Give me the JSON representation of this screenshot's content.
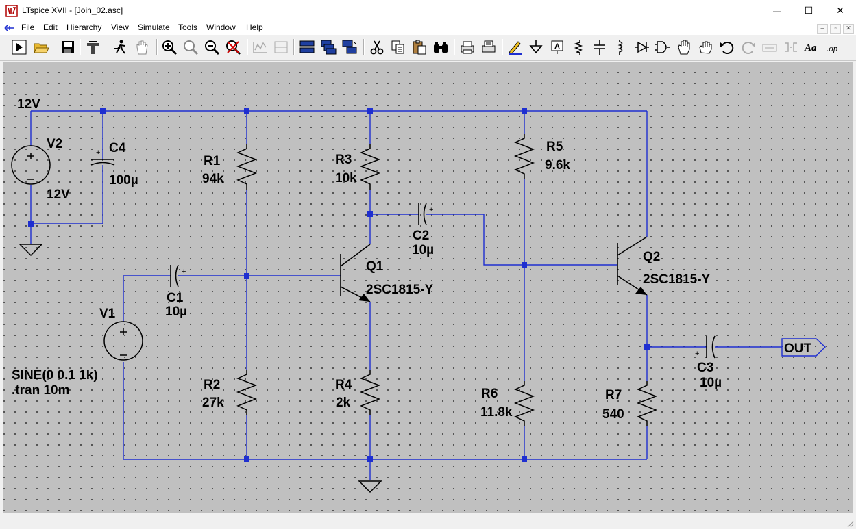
{
  "window": {
    "title": "LTspice XVII - [Join_02.asc]",
    "minimize_glyph": "—",
    "maximize_glyph": "☐",
    "close_glyph": "✕"
  },
  "menu": {
    "items": [
      "File",
      "Edit",
      "Hierarchy",
      "View",
      "Simulate",
      "Tools",
      "Window",
      "Help"
    ]
  },
  "mdi_controls": [
    "–",
    "▫",
    "✕"
  ],
  "toolbar": {
    "buttons": [
      "run-icon",
      "open-icon",
      "save-icon",
      "control-panel-icon",
      "halt-icon",
      "pan-icon",
      "zoom-in-icon",
      "zoom-rubber-icon",
      "zoom-out-icon",
      "zoom-fit-icon",
      "autoscale-icon",
      "tile-icon",
      "cascade-icon",
      "tile-windows-icon",
      "cut-icon",
      "copy-icon",
      "paste-icon",
      "find-icon",
      "print-setup-icon",
      "print-icon",
      "draw-wire-icon",
      "ground-icon",
      "label-net-icon",
      "resistor-icon",
      "capacitor-icon",
      "inductor-icon",
      "diode-icon",
      "component-icon",
      "move-icon",
      "drag-icon",
      "undo-icon",
      "redo-icon",
      "rotate-icon",
      "mirror-icon",
      "text-icon",
      "spice-directive-icon"
    ],
    "text_button": "Aa",
    "op_button": ".op"
  },
  "schematic": {
    "supply_label": "12V",
    "v2": {
      "name": "V2",
      "value": "12V"
    },
    "c4": {
      "name": "C4",
      "value": "100µ"
    },
    "r1": {
      "name": "R1",
      "value": "94k"
    },
    "r2": {
      "name": "R2",
      "value": "27k"
    },
    "r3": {
      "name": "R3",
      "value": "10k"
    },
    "r4": {
      "name": "R4",
      "value": "2k"
    },
    "r5": {
      "name": "R5",
      "value": "9.6k"
    },
    "r6": {
      "name": "R6",
      "value": "11.8k"
    },
    "r7": {
      "name": "R7",
      "value": "540"
    },
    "c1": {
      "name": "C1",
      "value": "10µ"
    },
    "c2": {
      "name": "C2",
      "value": "10µ"
    },
    "c3": {
      "name": "C3",
      "value": "10µ"
    },
    "q1": {
      "name": "Q1",
      "value": "2SC1815-Y"
    },
    "q2": {
      "name": "Q2",
      "value": "2SC1815-Y"
    },
    "v1": {
      "name": "V1",
      "value": "SINE(0 0.1 1k)"
    },
    "directive": ".tran 10m",
    "out_label": "OUT",
    "wire_color": "#1f2fd0",
    "junction_color": "#1f2fd0"
  }
}
